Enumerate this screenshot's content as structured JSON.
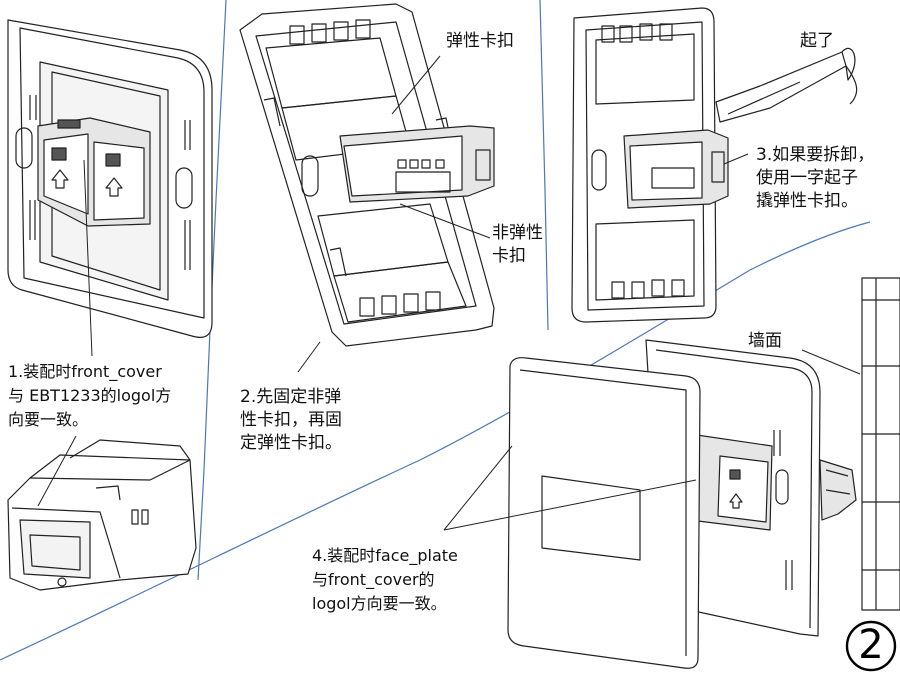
{
  "labels": {
    "elastic_clip": "弹性卡扣",
    "pry_tool": "起了",
    "non_elastic_clip": [
      "非弹性",
      "卡扣"
    ],
    "step1": [
      "1.装配时front_cover",
      "与 EBT1233的logol方",
      "向要一致。"
    ],
    "step2": [
      "2.先固定非弹",
      "性卡扣，再固",
      "定弹性卡扣。"
    ],
    "step3": [
      "3.如果要拆卸，",
      "使用一字起子",
      "撬弹性卡扣。"
    ],
    "wall": "墙面",
    "step4": [
      "4.装配时face_plate",
      "与front_cover的",
      "logol方向要一致。"
    ],
    "page_number": "2"
  },
  "colors": {
    "line": "#222222",
    "divider": "#4a78b8",
    "fill": "#ffffff",
    "shade": "#e6e6e6",
    "dark": "#555555"
  }
}
